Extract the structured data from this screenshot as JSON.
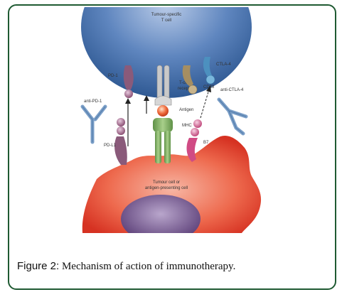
{
  "figure": {
    "labels": {
      "tcell_line1": "Tumour-specific",
      "tcell_line2": "T cell",
      "pd1": "PD-1",
      "anti_pd1": "anti-PD-1",
      "pdl1": "PD-L1",
      "tcr_line1": "T-cell",
      "tcr_line2": "receptor",
      "antigen": "Antigen",
      "mhc": "MHC",
      "cd28": "CD28",
      "ctla4": "CTLA-4",
      "anti_ctla4": "anti-CTLA-4",
      "b7": "B7",
      "tumour_line1": "Tumour cell or",
      "tumour_line2": "antigen-presenting cell"
    }
  },
  "caption": {
    "label": "Figure 2:",
    "text": " Mechanism of action of immunotherapy."
  },
  "colors": {
    "frame": "#1f5a32",
    "tcell": "#3f6fae",
    "tumour": "#e8432d",
    "nucleus": "#6e4f88",
    "mhc": "#7fae62",
    "pd_receptor": "#8a5a7a",
    "cd28": "#a58e62",
    "ctla4": "#4c90bf",
    "antibody": "#7a9ec7",
    "b7": "#d04b84"
  }
}
